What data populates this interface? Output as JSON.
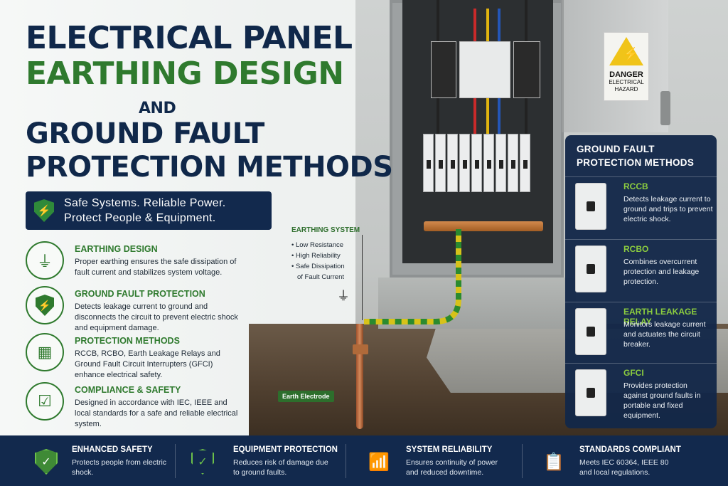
{
  "title": {
    "line1": "Electrical Panel",
    "line2": "Earthing Design",
    "line3": "and",
    "line4": "Ground Fault",
    "line5": "Protection Methods"
  },
  "banner": {
    "line1": "Safe Systems. Reliable Power.",
    "line2": "Protect People & Equipment.",
    "icon": "shield-bolt-icon"
  },
  "features": [
    {
      "title": "Earthing Design",
      "text": "Proper earthing ensures the safe dissipation of fault current and stabilizes system voltage.",
      "icon": "ground-symbol-icon"
    },
    {
      "title": "Ground Fault Protection",
      "text": "Detects leakage current to ground and disconnects the circuit to prevent electric shock and equipment damage.",
      "icon": "shield-bolt-icon"
    },
    {
      "title": "Protection Methods",
      "text": "RCCB, RCBO, Earth Leakage Relays and Ground Fault Circuit Interrupters (GFCI) enhance electrical safety.",
      "icon": "circuit-board-icon"
    },
    {
      "title": "Compliance & Safety",
      "text": "Designed in accordance with IEC, IEEE and local standards for a safe and reliable electrical system.",
      "icon": "checklist-icon"
    }
  ],
  "earthing_annotation": {
    "title": "Earthing System",
    "items": [
      "Low Resistance",
      "High Reliability",
      "Safe Dissipation",
      "of Fault Current"
    ]
  },
  "earth_electrode_label": "Earth Electrode",
  "danger_sign": {
    "line1": "DANGER",
    "line2": "ELECTRICAL",
    "line3": "HAZARD"
  },
  "right_card": {
    "title_line1": "Ground Fault",
    "title_line2": "Protection Methods",
    "items": [
      {
        "name": "RCCB",
        "text": "Detects leakage current to ground and trips to prevent electric shock."
      },
      {
        "name": "RCBO",
        "text": "Combines overcurrent protection and leakage protection."
      },
      {
        "name": "Earth Leakage Relay",
        "text": "Monitors leakage current and actuates the circuit breaker."
      },
      {
        "name": "GFCI",
        "text": "Provides protection against ground faults in portable and fixed equipment."
      }
    ]
  },
  "bottom_bar": [
    {
      "title": "Enhanced Safety",
      "text": "Protects people from electric shock.",
      "icon": "shield-check-icon"
    },
    {
      "title": "Equipment Protection",
      "text": "Reduces risk of damage due to ground faults.",
      "icon": "shield-check-outline-icon"
    },
    {
      "title": "System Reliability",
      "text": "Ensures continuity of power and reduced downtime.",
      "icon": "bar-chart-up-icon"
    },
    {
      "title": "Standards Compliant",
      "text": "Meets IEC 60364, IEEE 80 and local regulations.",
      "icon": "clipboard-check-icon"
    }
  ],
  "colors": {
    "navy": "#12294d",
    "green": "#2f7a2e",
    "accent_green": "#8ccd3f"
  }
}
